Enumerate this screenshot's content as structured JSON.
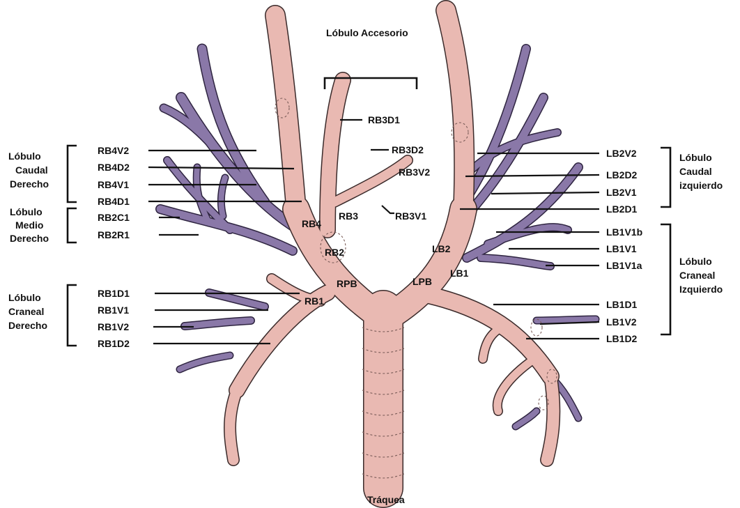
{
  "colors": {
    "bronchus": "#e9b9b2",
    "vessel": "#8a78a8",
    "outline": "#3a2a2a",
    "text": "#111111"
  },
  "titles": {
    "top": "Lóbulo Accesorio",
    "bottom": "Tráquea"
  },
  "lobes": {
    "right_caudal": [
      "Lóbulo",
      "Caudal",
      "Derecho"
    ],
    "right_middle": [
      "Lóbulo",
      "Medio",
      "Derecho"
    ],
    "right_cranial": [
      "Lóbulo",
      "Craneal",
      "Derecho"
    ],
    "left_caudal": [
      "Lóbulo",
      "Caudal",
      "izquierdo"
    ],
    "left_cranial": [
      "Lóbulo",
      "Craneal",
      "Izquierdo"
    ]
  },
  "labels": {
    "rb4v2": "RB4V2",
    "rb4d2": "RB4D2",
    "rb4v1": "RB4V1",
    "rb4d1": "RB4D1",
    "rb2c1": "RB2C1",
    "rb2r1": "RB2R1",
    "rb1d1": "RB1D1",
    "rb1v1": "RB1V1",
    "rb1v2": "RB1V2",
    "rb1d2": "RB1D2",
    "rb3d1": "RB3D1",
    "rb3d2": "RB3D2",
    "rb3v2": "RB3V2",
    "rb3v1": "RB3V1",
    "rb3": "RB3",
    "rb4": "RB4",
    "rb2": "RB2",
    "rpb": "RPB",
    "rb1": "RB1",
    "lb2v2": "LB2V2",
    "lb2d2": "LB2D2",
    "lb2v1": "LB2V1",
    "lb2d1": "LB2D1",
    "lb1v1b": "LB1V1b",
    "lb1v1": "LB1V1",
    "lb1v1a": "LB1V1a",
    "lb1d1": "LB1D1",
    "lb1v2": "LB1V2",
    "lb1d2": "LB1D2",
    "lb2": "LB2",
    "lb1": "LB1",
    "lpb": "LPB"
  }
}
